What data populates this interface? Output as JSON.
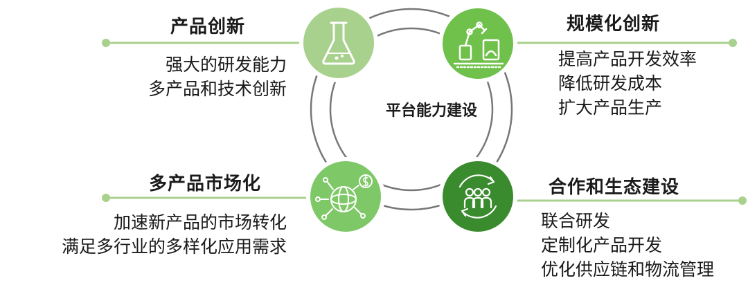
{
  "center": {
    "label": "平台能力建设"
  },
  "quadrants": [
    {
      "id": "top-left",
      "title": "产品创新",
      "lines": [
        "强大的研发能力",
        "多产品和技术创新"
      ],
      "icon": "flask-icon",
      "color": "#a9d18e"
    },
    {
      "id": "top-right",
      "title": "规模化创新",
      "lines": [
        "提高产品开发效率",
        "降低研发成本",
        "扩大产品生产"
      ],
      "icon": "robot-arm-icon",
      "color": "#70c14b"
    },
    {
      "id": "bottom-left",
      "title": "多产品市场化",
      "lines": [
        "加速新产品的市场转化",
        "满足多行业的多样化应用需求"
      ],
      "icon": "globe-network-icon",
      "color": "#7fc868"
    },
    {
      "id": "bottom-right",
      "title": "合作和生态建设",
      "lines": [
        "联合研发",
        "定制化产品开发",
        "优化供应链和物流管理"
      ],
      "icon": "team-cycle-icon",
      "color": "#3a8a2e"
    }
  ],
  "colors": {
    "line_green": "#a9d18e",
    "ring_gray": "#777777"
  }
}
